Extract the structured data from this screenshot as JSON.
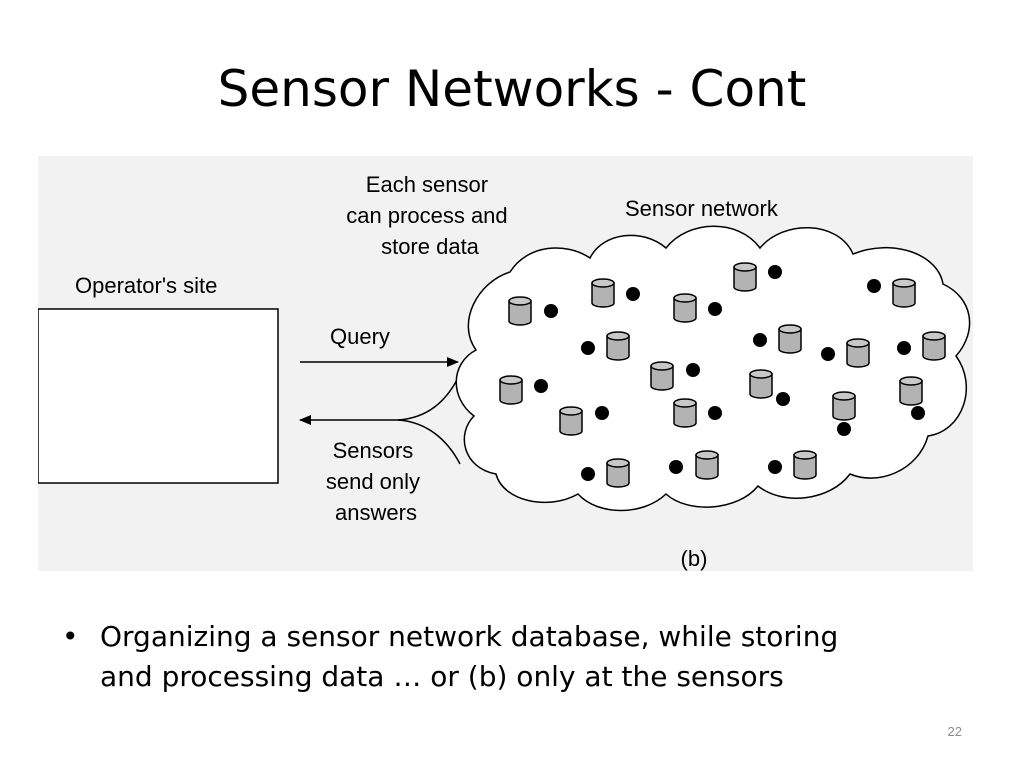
{
  "slide": {
    "title": "Sensor Networks - Cont",
    "number": "22"
  },
  "diagram": {
    "operator_label": "Operator's site",
    "query_label": "Query",
    "answers_label": [
      "Sensors",
      "send only",
      "answers"
    ],
    "sensor_note": [
      "Each sensor",
      "can process and",
      "store data"
    ],
    "network_label": "Sensor network",
    "caption": "(b)",
    "colors": {
      "panel": "#f2f2f2",
      "cylinder": "#b3b3b3",
      "stroke": "#000000"
    },
    "icons": [
      "database-cylinder-icon",
      "sensor-node-icon",
      "arrow-icon",
      "cloud-shape"
    ]
  },
  "bullets": [
    {
      "line1": "Organizing a sensor network database, while storing",
      "line2": "and processing data … or (b) only at the sensors"
    }
  ]
}
